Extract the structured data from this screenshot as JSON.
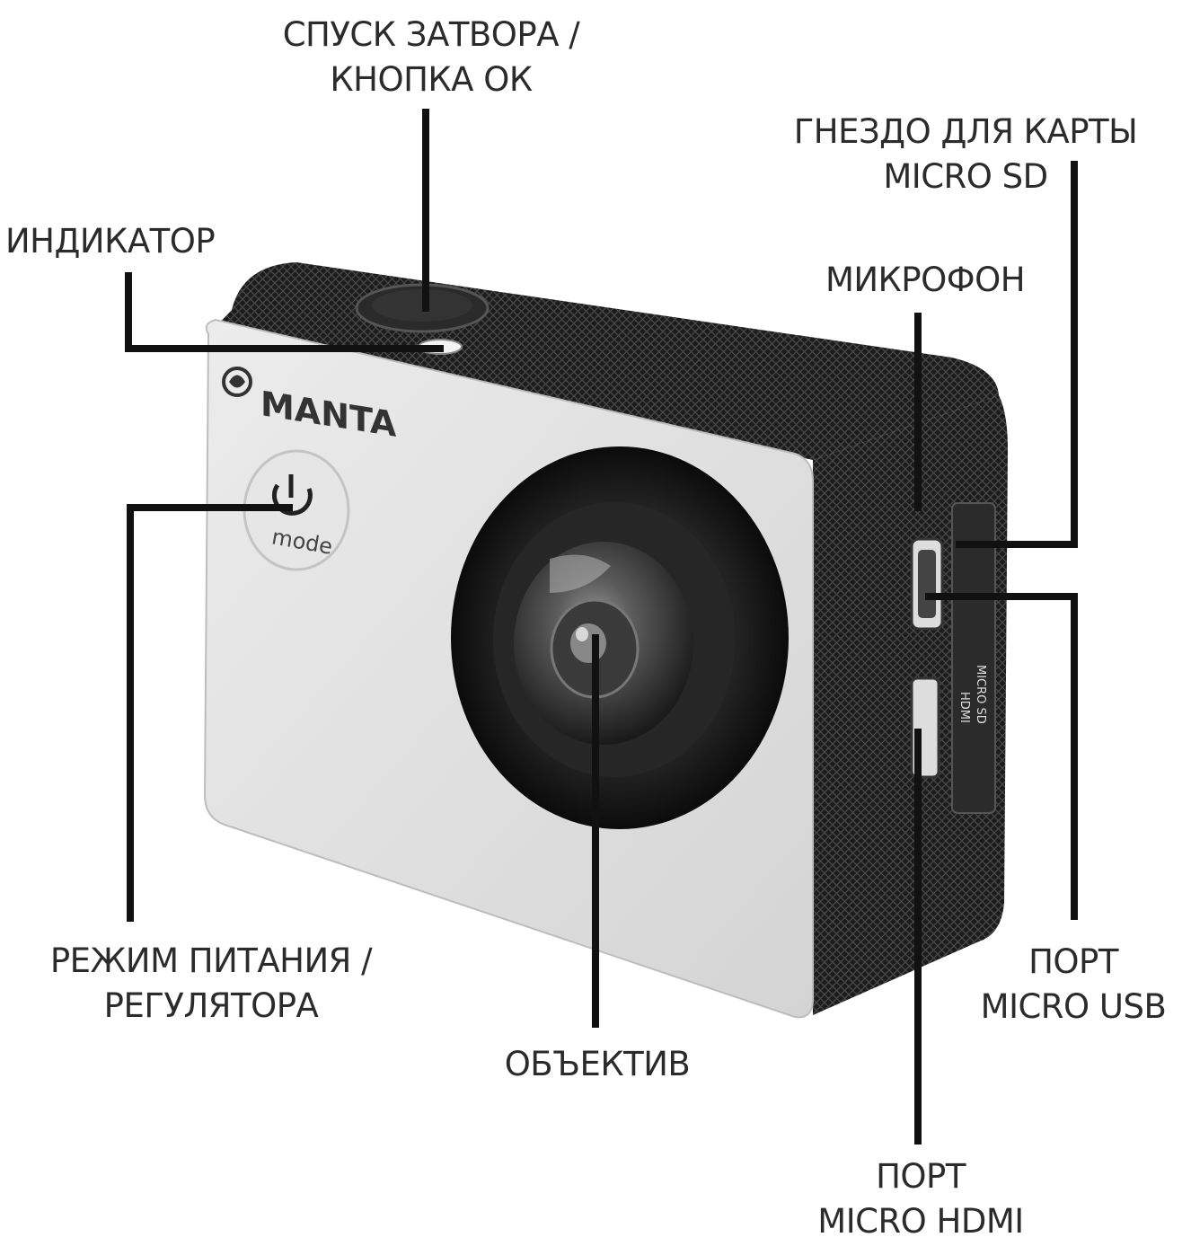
{
  "brand": "MANTA",
  "power_button_text": "mode",
  "port_labels": {
    "hdmi": "HDMI",
    "sd": "MICRO SD"
  },
  "labels": {
    "shutter": [
      "СПУСК ЗАТВОРА /",
      "КНОПКА ОК"
    ],
    "indicator": [
      "ИНДИКАТОР"
    ],
    "sd_slot": [
      "ГНЕЗДО ДЛЯ КАРТЫ",
      "MICRO SD"
    ],
    "microphone": [
      "МИКРОФОН"
    ],
    "power_mode": [
      "РЕЖИМ ПИТАНИЯ /",
      "РЕГУЛЯТОРА"
    ],
    "lens": [
      "ОБЪЕКТИВ"
    ],
    "usb": [
      "ПОРТ",
      "MICRO USB"
    ],
    "hdmi": [
      "ПОРТ",
      "MICRO HDMI"
    ]
  },
  "colors": {
    "text": "#2b2b2b",
    "leader_line": "#111111",
    "body_front": "#e3e3e3",
    "body_black": "#1c1c1c",
    "lens_ring": "#141414"
  }
}
